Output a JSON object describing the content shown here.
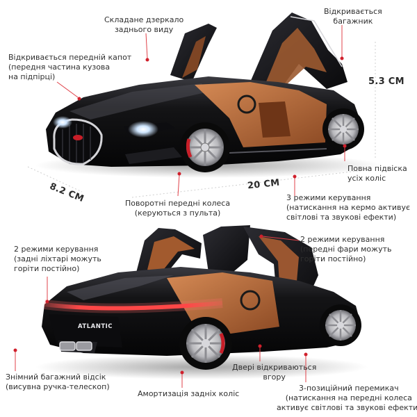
{
  "dimensions": {
    "height": "5.3 CM",
    "width": "8.2 CM",
    "length": "20 CM"
  },
  "model_badge": "ATLANTIC",
  "colors": {
    "body": "#141416",
    "interior": "#b8683a",
    "brake_caliper": "#c81e28",
    "taillight": "#e23232",
    "callout_dot": "#d0202c",
    "callout_line": "#e04048",
    "dimension_line": "#cfcfcf"
  },
  "callouts_top": {
    "mirror": [
      "Складане дзеркало",
      "заднього виду"
    ],
    "trunk": [
      "Відкривається",
      "багажник"
    ],
    "hood": [
      "Відкривається передній капот",
      "(передня частина кузова",
      "на підпірці)"
    ],
    "suspension": [
      "Повна підвіска",
      "усіх коліс"
    ],
    "steering": [
      "Поворотні передні колеса",
      "(керуються з пульта)"
    ],
    "modes_top": [
      "3 режими керування",
      "(натискання на кермо активує",
      "світлові та звукові ефекти)"
    ]
  },
  "callouts_bottom": {
    "rear_modes": [
      "2 режими керування",
      "(задні ліхтарі можуть",
      "горіти постійно)"
    ],
    "front_modes": [
      "2 режими керування",
      "(передні фари можуть",
      "горіти постійно)"
    ],
    "trunk_bay": [
      "Знімний багажний відсік",
      "(висувна ручка-телескоп)"
    ],
    "rear_suspension": [
      "Амортизація задніх коліс"
    ],
    "doors": [
      "Двері відкриваються",
      "вгору"
    ],
    "switch": [
      "3-позиційний перемикач",
      "(натискання на передні колеса",
      "активує світлові та звукові ефекти)"
    ]
  }
}
